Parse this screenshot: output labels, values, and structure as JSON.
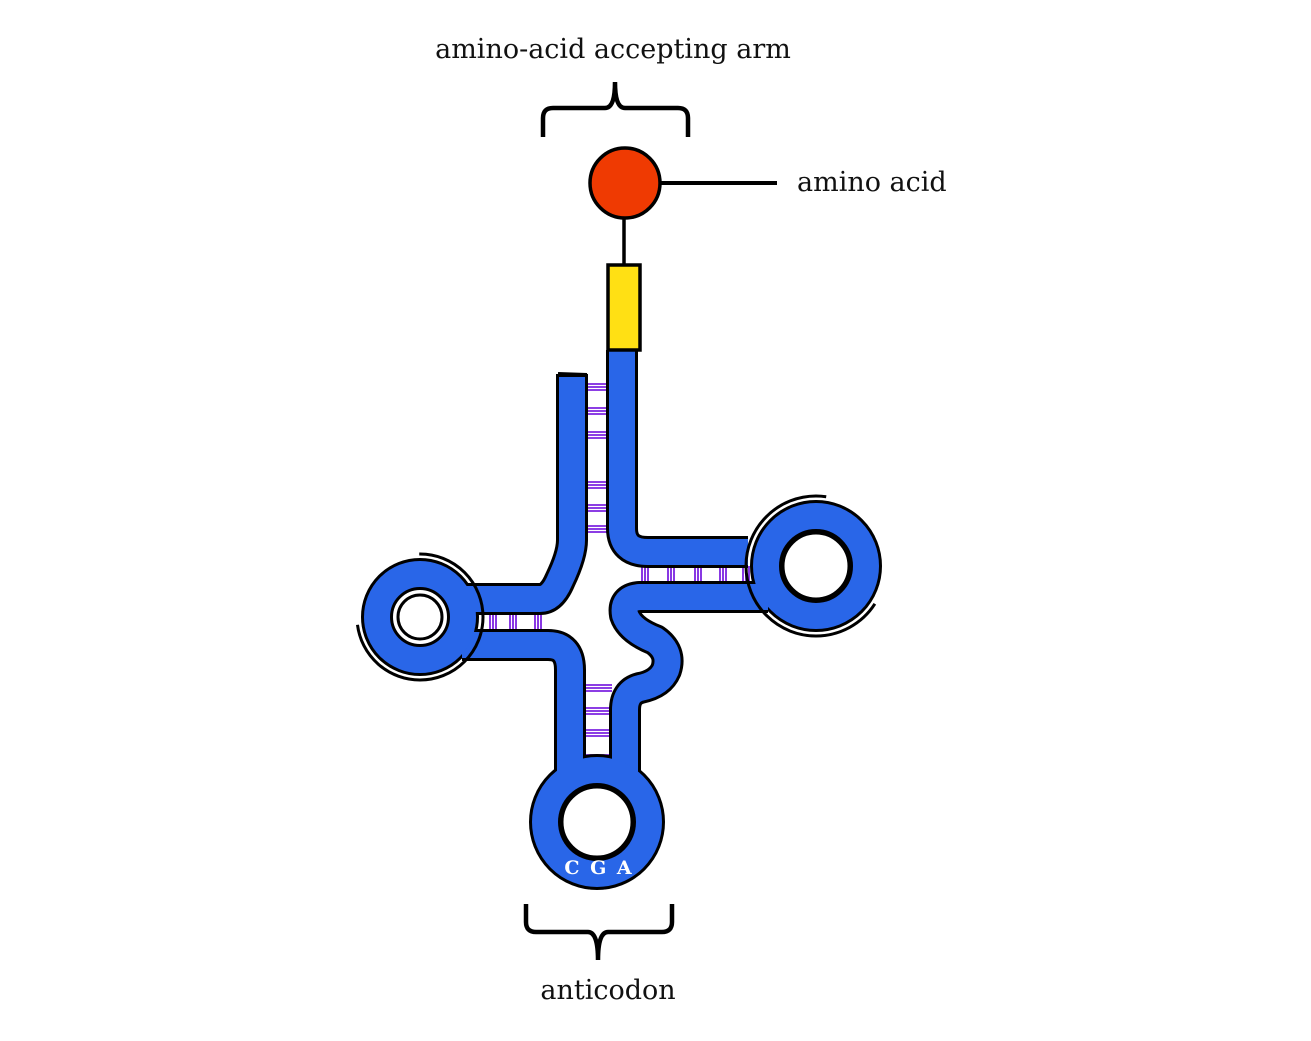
{
  "labels": {
    "accepting_arm": "amino-acid accepting arm",
    "amino_acid": "amino acid",
    "anticodon": "anticodon",
    "codon_bases": "C G A"
  },
  "colors": {
    "strand": "#2966e8",
    "amino_acid": "#ef3a02",
    "acceptor_end": "#ffe014",
    "base_pair": "#7b22e0",
    "outline": "#000000"
  }
}
